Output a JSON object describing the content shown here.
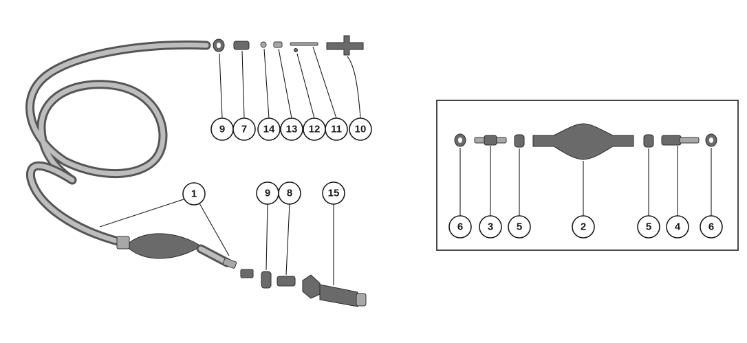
{
  "callouts": {
    "top_row": [
      "9",
      "7",
      "14",
      "13",
      "12",
      "11",
      "10"
    ],
    "hose": "1",
    "bottom_row": [
      "9",
      "8",
      "15"
    ],
    "inset_row": [
      "6",
      "3",
      "5",
      "2",
      "5",
      "4",
      "6"
    ]
  },
  "colors": {
    "ink": "#1a1a1a",
    "part_dark": "#6a6a6a",
    "part_light": "#a8a8a8",
    "background": "#ffffff"
  }
}
